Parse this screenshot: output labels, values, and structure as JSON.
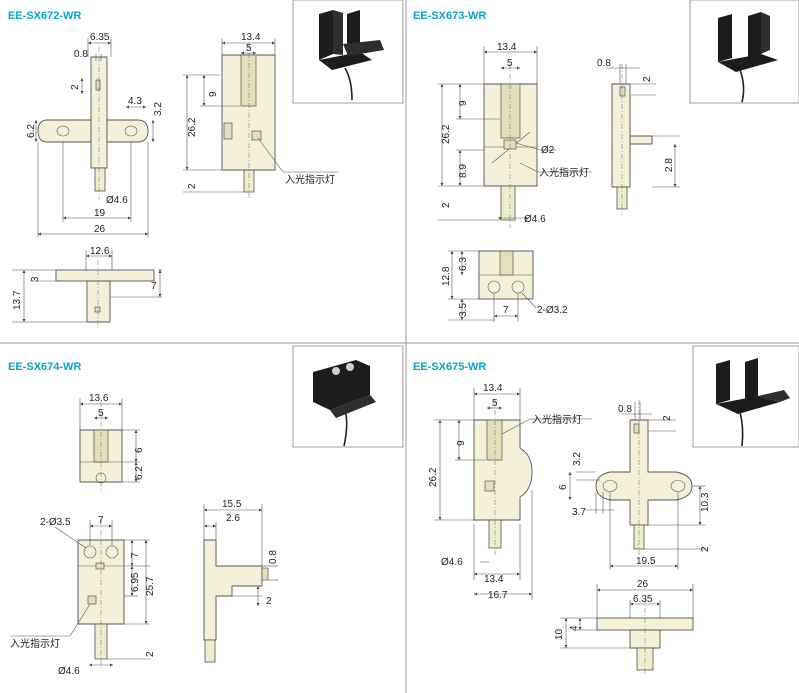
{
  "panels": [
    {
      "id": "sx672",
      "title": "EE-SX672-WR",
      "dims": [
        "6.35",
        "0.8",
        "2",
        "4.3",
        "3.2",
        "6.2",
        "Ø4.6",
        "19",
        "26",
        "13.4",
        "5",
        "9",
        "26.2",
        "2",
        "12.6",
        "3",
        "7",
        "13.7"
      ],
      "note": "入光指示灯"
    },
    {
      "id": "sx673",
      "title": "EE-SX673-WR",
      "dims": [
        "13.4",
        "5",
        "9",
        "26.2",
        "8.9",
        "2",
        "Ø2",
        "Ø4.6",
        "0.8",
        "2",
        "2.8",
        "12.8",
        "6.3",
        "3.5",
        "7",
        "2-Ø3.2"
      ],
      "note": "入光指示灯"
    },
    {
      "id": "sx674",
      "title": "EE-SX674-WR",
      "dims": [
        "13.6",
        "5",
        "6",
        "6.2",
        "7",
        "2-Ø3.5",
        "7",
        "6.95",
        "25.7",
        "2",
        "Ø4.6",
        "15.5",
        "2.6",
        "0.8",
        "2"
      ],
      "note": "入光指示灯"
    },
    {
      "id": "sx675",
      "title": "EE-SX675-WR",
      "dims": [
        "13.4",
        "5",
        "9",
        "26.2",
        "Ø4.6",
        "13.4",
        "16.7",
        "0.8",
        "2",
        "3.2",
        "6",
        "3.7",
        "10.3",
        "2",
        "19.5",
        "26",
        "6.35",
        "10",
        "4"
      ],
      "note": "入光指示灯"
    }
  ]
}
